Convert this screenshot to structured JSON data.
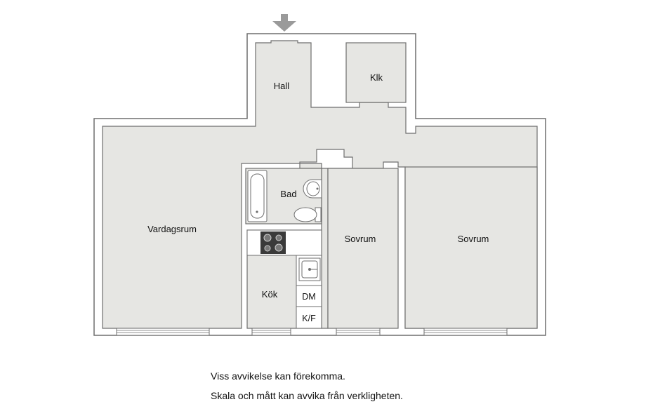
{
  "rooms": {
    "hall": "Hall",
    "klk": "Klk",
    "bad": "Bad",
    "vardagsrum": "Vardagsrum",
    "sovrum_1": "Sovrum",
    "sovrum_2": "Sovrum",
    "kok": "Kök"
  },
  "fixtures": {
    "dm": "DM",
    "kf": "K/F"
  },
  "disclaimer": {
    "line1": "Viss avvikelse kan förekomma.",
    "line2": "Skala och mått kan avvika från verkligheten."
  },
  "colors": {
    "floor": "#e6e6e3",
    "wall": "#6e6e6e",
    "fixture": "#ffffff",
    "stove": "#3a3a3a",
    "arrow": "#9a9a9a"
  }
}
